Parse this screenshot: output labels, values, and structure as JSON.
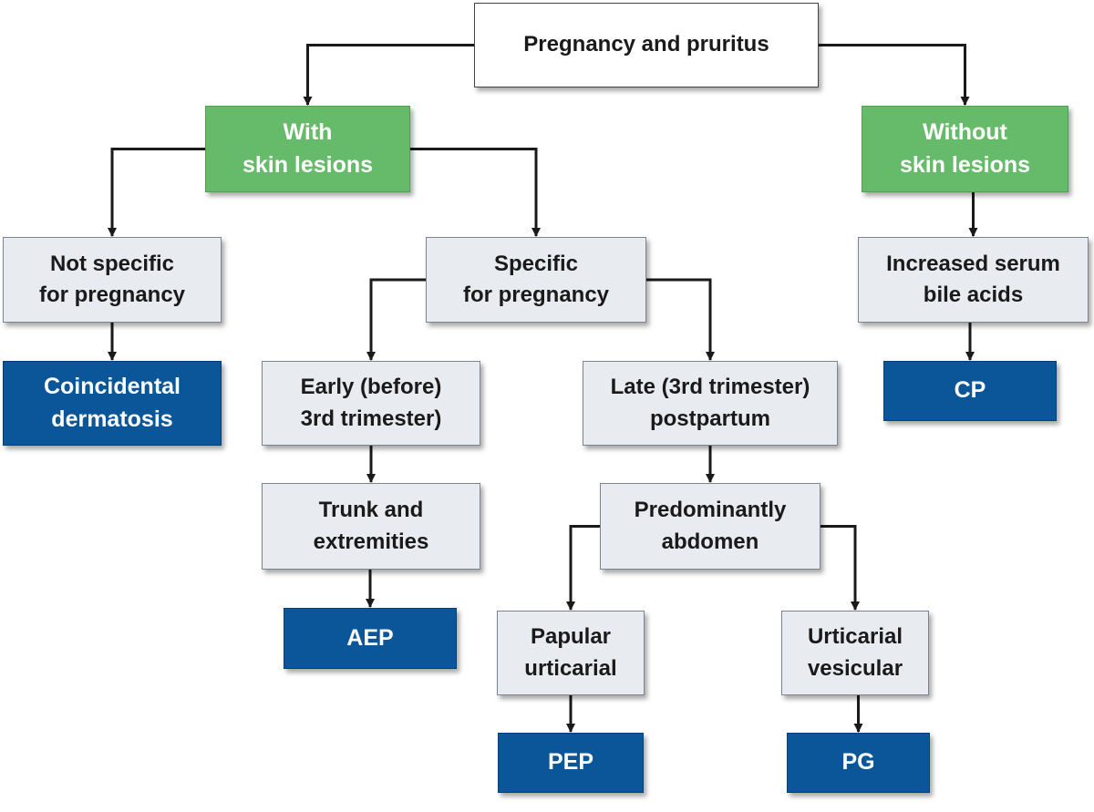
{
  "colors": {
    "root_fill": "#ffffff",
    "category_fill": "#66bb6a",
    "criterion_fill": "#e8ecf0",
    "diagnosis_fill": "#0a5699",
    "arrow": "#1a1a1a"
  },
  "nodes": {
    "root": "Pregnancy and pruritus",
    "with_lesions": "With\nskin lesions",
    "without_lesions": "Without\nskin lesions",
    "not_specific": "Not specific\nfor pregnancy",
    "specific": "Specific\nfor pregnancy",
    "bile_acids": "Increased serum\nbile acids",
    "coincidental": "Coincidental\ndermatosis",
    "cp": "CP",
    "early": "Early (before)\n3rd trimester)",
    "late": "Late (3rd trimester)\npostpartum",
    "trunk": "Trunk and\nextremities",
    "abdomen": "Predominantly\nabdomen",
    "aep": "AEP",
    "papular": "Papular\nurticarial",
    "urticarial": "Urticarial\nvesicular",
    "pep": "PEP",
    "pg": "PG"
  },
  "edges": [
    [
      "root",
      "with_lesions"
    ],
    [
      "root",
      "without_lesions"
    ],
    [
      "with_lesions",
      "not_specific"
    ],
    [
      "with_lesions",
      "specific"
    ],
    [
      "without_lesions",
      "bile_acids"
    ],
    [
      "not_specific",
      "coincidental"
    ],
    [
      "bile_acids",
      "cp"
    ],
    [
      "specific",
      "early"
    ],
    [
      "specific",
      "late"
    ],
    [
      "early",
      "trunk"
    ],
    [
      "late",
      "abdomen"
    ],
    [
      "trunk",
      "aep"
    ],
    [
      "abdomen",
      "papular"
    ],
    [
      "abdomen",
      "urticarial"
    ],
    [
      "papular",
      "pep"
    ],
    [
      "urticarial",
      "pg"
    ]
  ]
}
